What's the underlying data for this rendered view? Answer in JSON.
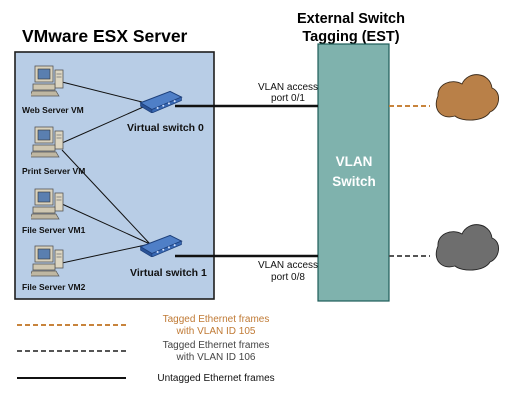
{
  "esx": {
    "title": "VMware ESX Server",
    "vms": [
      "Web Server VM",
      "Print Server VM",
      "File Server VM1",
      "File Server VM2"
    ],
    "vswitches": [
      "Virtual switch 0",
      "Virtual switch 1"
    ]
  },
  "est": {
    "title_line1": "External Switch",
    "title_line2": "Tagging (EST)",
    "switch_line1": "VLAN",
    "switch_line2": "Switch",
    "ports": [
      {
        "line1": "VLAN access",
        "line2": "port 0/1"
      },
      {
        "line1": "VLAN access",
        "line2": "port 0/8"
      }
    ]
  },
  "legend": [
    {
      "line1": "Tagged Ethernet frames",
      "line2": "with VLAN ID 105"
    },
    {
      "line1": "Tagged Ethernet frames",
      "line2": "with VLAN ID 106"
    },
    {
      "line1": "Untagged Ethernet frames",
      "line2": ""
    }
  ],
  "colors": {
    "esx_box": "#b8cde6",
    "esx_border": "#1e1e1e",
    "vlan_switch": "#7fb2ad",
    "vlan_switch_border": "#1e5d59",
    "vlan105": "#c8843c",
    "vlan106": "#555555",
    "untagged": "#111111",
    "cloud105": "#b98048",
    "cloud106": "#6e6e6e",
    "legend_vlan105_text": "#c07a35",
    "legend_vlan106_text": "#444444"
  }
}
